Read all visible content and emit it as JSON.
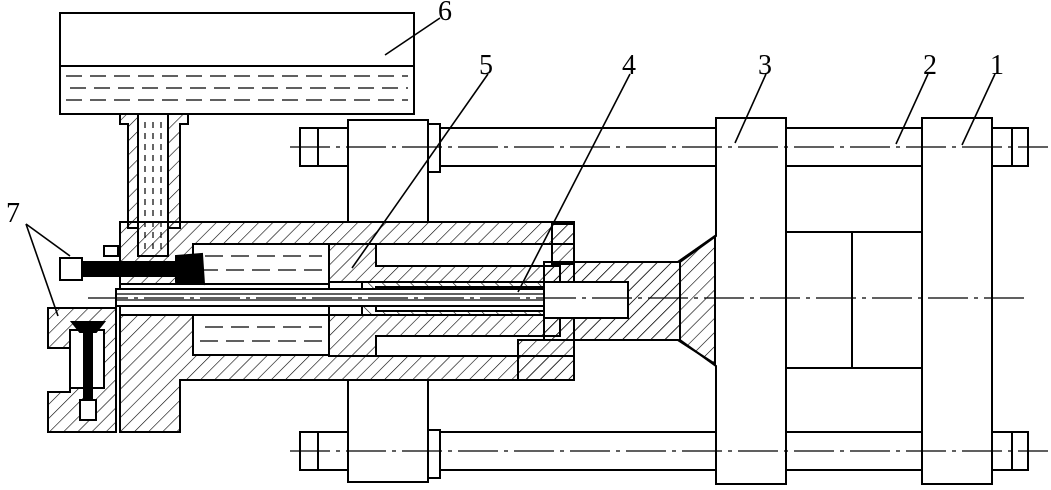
{
  "diagram": {
    "colors": {
      "ink": "#000000",
      "paper": "#ffffff",
      "oil": "#ffffff"
    },
    "labels": [
      {
        "id": "1",
        "text": "1"
      },
      {
        "id": "2",
        "text": "2"
      },
      {
        "id": "3",
        "text": "3"
      },
      {
        "id": "4",
        "text": "4"
      },
      {
        "id": "5",
        "text": "5"
      },
      {
        "id": "6",
        "text": "6"
      },
      {
        "id": "7",
        "text": "7"
      }
    ]
  }
}
